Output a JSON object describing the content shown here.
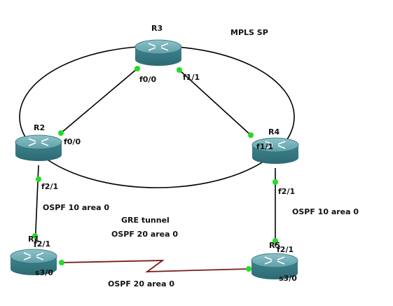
{
  "title": "MPLS SP",
  "routers": [
    {
      "id": "r3",
      "name": "R3"
    },
    {
      "id": "r2",
      "name": "R2"
    },
    {
      "id": "r4",
      "name": "R4"
    },
    {
      "id": "r1",
      "name": "R1"
    },
    {
      "id": "r5",
      "name": "R5"
    }
  ],
  "interfaces": {
    "r3_f00": "f0/0",
    "r3_f11": "f1/1",
    "r2_f00": "f0/0",
    "r4_f11": "f1/1",
    "r2_f21": "f2/1",
    "r4_f21": "f2/1",
    "r1_f21": "f2/1",
    "r5_f21": "f2/1",
    "r1_s30": "s3/0",
    "r5_s30": "s3/0"
  },
  "annotations": {
    "ospf_left": "OSPF 10 area 0",
    "ospf_right": "OSPF 10 area 0",
    "gre_tunnel": "GRE tunnel",
    "gre_area": "OSPF 20 area 0",
    "serial_area": "OSPF 20 area 0"
  },
  "colors": {
    "router_top": "#5f9ea6",
    "router_body": "#3e7f88",
    "link": "#000000",
    "serial_link": "#7a1a1a",
    "port_dot": "#22dd22"
  }
}
